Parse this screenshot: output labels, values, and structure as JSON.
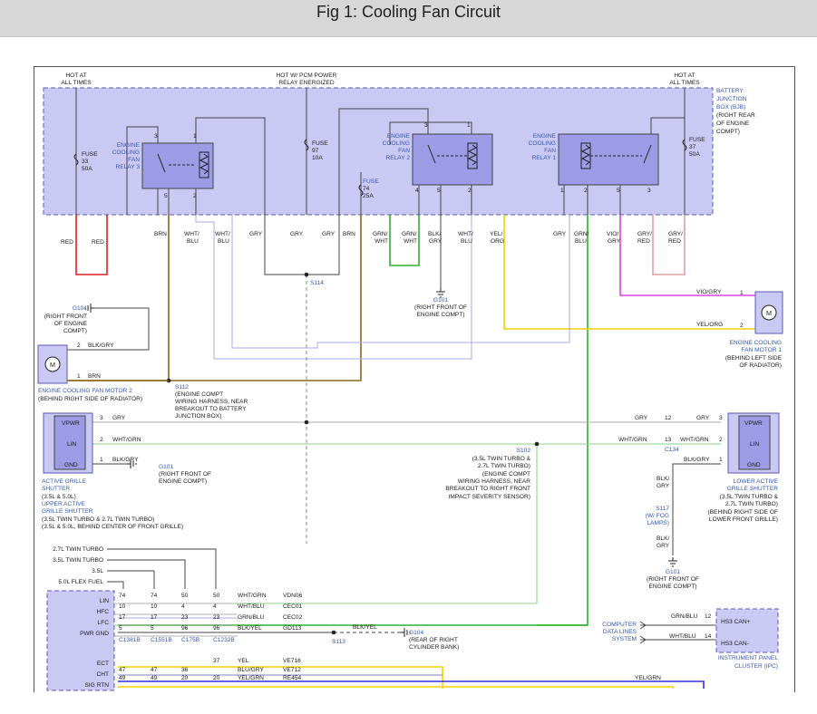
{
  "title": "Fig 1: Cooling Fan Circuit",
  "colors": {
    "box_fill": "#c9c9f4",
    "box_edge": "#5a5ab0",
    "red": "#e02020",
    "brown": "#8a6b1a",
    "green": "#2fb02f",
    "yellow": "#f2d000",
    "magenta": "#e040e0",
    "lavender": "#a8a8e8",
    "pale_green": "#8ad08a",
    "pink": "#e0a0a0",
    "blue": "#3030e0"
  },
  "top_labels": {
    "hot1a": "HOT AT",
    "hot1b": "ALL TIMES",
    "hot2a": "HOT W/ PCM POWER",
    "hot2b": "RELAY ENERGIZED",
    "hot3a": "HOT AT",
    "hot3b": "ALL TIMES"
  },
  "bjb": {
    "l1": "BATTERY",
    "l2": "JUNCTION",
    "l3": "BOX (BJB)",
    "l4": "(RIGHT REAR",
    "l5": "OF ENGINE",
    "l6": "COMPT)"
  },
  "fuses": {
    "f33a": "FUSE",
    "f33b": "33",
    "f33c": "50A",
    "f97a": "FUSE",
    "f97b": "97",
    "f97c": "10A",
    "f74a": "FUSE",
    "f74b": "74",
    "f74c": "25A",
    "f37a": "FUSE",
    "f37b": "37",
    "f37c": "50A"
  },
  "relay3": {
    "l1": "ENGINE",
    "l2": "COOLING",
    "l3": "FAN",
    "l4": "RELAY 3",
    "p3": "3",
    "p1": "1",
    "p5": "5",
    "p2": "2"
  },
  "relay2": {
    "l1": "ENGINE",
    "l2": "COOLING",
    "l3": "FAN",
    "l4": "RELAY 2",
    "p3": "3",
    "p1": "1",
    "p4": "4",
    "p5": "5",
    "p2": "2"
  },
  "relay1": {
    "l1": "ENGINE",
    "l2": "COOLING",
    "l3": "FAN",
    "l4": "RELAY 1",
    "p1": "1",
    "p2": "2",
    "p5": "5",
    "p3": "3"
  },
  "wires": {
    "red_a": "RED",
    "red_b": "RED",
    "brn1": "BRN",
    "whtblu_a1": "WHT/",
    "whtblu_a2": "BLU",
    "whtblu_b1": "WHT/",
    "whtblu_b2": "BLU",
    "gry1": "GRY",
    "gry2": "GRY",
    "gry3": "GRY",
    "brn2": "BRN",
    "grnwht1": "GRN/",
    "grnwht2": "WHT",
    "grnwht3": "GRN/",
    "grnwht4": "WHT",
    "blkgry1": "BLK/",
    "blkgry2": "GRY",
    "whtblu_c1": "WHT/",
    "whtblu_c2": "BLU",
    "yelorg1": "YEL/",
    "yelorg2": "ORG",
    "gry4": "GRY",
    "grnblu1": "GRN/",
    "grnblu2": "BLU",
    "viogry1": "VIO/",
    "viogry2": "GRY",
    "gryred1": "GRY/",
    "gryred2": "RED",
    "gryred3": "GRY/",
    "gryred4": "RED"
  },
  "splices": {
    "s114": "S114",
    "s112a": "S112",
    "s112b": "(ENGINE COMPT",
    "s112c": "WIRING HARNESS, NEAR",
    "s112d": "BREAKOUT TO BATTERY",
    "s112e": "JUNCTION BOX)",
    "s102a": "S102",
    "s102b": "(3.5L TWIN TURBO &",
    "s102c": "2.7L TWIN TURBO)",
    "s102d": "(ENGINE COMPT",
    "s102e": "WIRING HARNESS, NEAR",
    "s102f": "BREAKOUT TO RIGHT FRONT",
    "s102g": "IMPACT SEVERITY SENSOR)",
    "s117a": "S117",
    "s117b": "(W/ FOG",
    "s117c": "LAMPS)",
    "s113": "S113"
  },
  "grounds": {
    "g101a1": "G101",
    "g101a2": "(RIGHT FRONT OF",
    "g101a3": "ENGINE COMPT)",
    "g101b1": "G101",
    "g101b2": "(RIGHT FRONT",
    "g101b3": "OF ENGINE",
    "g101b4": "COMPT)",
    "g101c1": "G101",
    "g101c2": "(RIGHT FRONT OF",
    "g101c3": "ENGINE COMPT)",
    "g101d1": "G101",
    "g101d2": "(RIGHT FRONT OF",
    "g101d3": "ENGINE COMPT)",
    "g104a": "G104",
    "g104b": "(REAR OF RIGHT",
    "g104c": "CYLINDER BANK)"
  },
  "motor1": {
    "p1": "1",
    "p2": "2",
    "w1": "VIO/GRY",
    "w2": "YEL/ORG",
    "l1": "ENGINE COOLING",
    "l2": "FAN MOTOR 1",
    "l3": "(BEHIND LEFT SIDE",
    "l4": "OF RADIATOR)"
  },
  "motor2": {
    "w1": "BLK/GRY",
    "w2": "BRN",
    "p2": "2",
    "p1": "1",
    "l1": "ENGINE COOLING FAN MOTOR 2",
    "l2": "(BEHIND RIGHT SIDE OF RADIATOR)"
  },
  "m_glyph": "M",
  "upper_shutter": {
    "vpwr": "VPWR",
    "lin": "LIN",
    "gnd": "GND",
    "p3": "3",
    "p2": "2",
    "p1": "1",
    "w3": "GRY",
    "w2": "WHT/GRN",
    "w1": "BLK/GRY",
    "l1": "ACTIVE GRILLE",
    "l2": "SHUTTER",
    "l3": "(3.5L & 5.0L)",
    "l4": "UPPER ACTIVE",
    "l5": "GRILLE SHUTTER",
    "l6": "(3.5L TWIN TURBO & 2.7L TWIN TURBO)",
    "l7": "(3.5L & 5.0L, BEHIND CENTER OF FRONT GRILLE)"
  },
  "lower_shutter": {
    "vpwr": "VPWR",
    "lin": "LIN",
    "gnd": "GND",
    "p3": "3",
    "p2": "2",
    "p1": "1",
    "c12": "12",
    "c13": "13",
    "c134": "C134",
    "wg1": "GRY",
    "wg2": "GRY",
    "ww1": "WHT/GRN",
    "ww2": "WHT/GRN",
    "wb": "BLK/GRY",
    "wb2a": "BLK/",
    "wb2b": "GRY",
    "wb3a": "BLK/",
    "wb3b": "GRY",
    "l1": "LOWER ACTIVE",
    "l2": "GRILLE SHUTTER",
    "l3": "(3.5L TWIN TURBO &",
    "l4": "2.7L TWIN TURBO)",
    "l5": "(BEHIND RIGHT SIDE OF",
    "l6": "LOWER FRONT GRILLE)"
  },
  "pcm": {
    "eng": [
      "2.7L TWIN TURBO",
      "3.5L TWIN TURBO",
      "3.5L",
      "5.0L FLEX FUEL"
    ],
    "pins": [
      "LIN",
      "HFC",
      "LFC",
      "PWR GND"
    ],
    "rows": [
      [
        "74",
        "74",
        "50",
        "50",
        "WHT/GRN",
        "VDN06"
      ],
      [
        "10",
        "10",
        "4",
        "4",
        "WHT/BLU",
        "CEC01"
      ],
      [
        "17",
        "17",
        "23",
        "23",
        "GRN/BLU",
        "CEC02"
      ],
      [
        "5",
        "5",
        "96",
        "96",
        "BLK/YEL",
        "GD113"
      ]
    ],
    "conns": [
      "C1381B",
      "C1551B",
      "C175B",
      "C1232B"
    ],
    "gd_wire": "BLK/YEL",
    "ect": [
      "ECT",
      "CHT",
      "SIG RTN"
    ],
    "ect_rows": [
      [
        "",
        "",
        "",
        "37",
        "YEL",
        "VE716"
      ],
      [
        "47",
        "47",
        "36",
        "",
        "BLU/GRY",
        "VE712"
      ],
      [
        "49",
        "49",
        "20",
        "20",
        "YEL/GRN",
        "RE454"
      ]
    ],
    "yelgrn_right": "YEL/GRN"
  },
  "ipc": {
    "p12": "12",
    "p14": "14",
    "w12": "GRN/BLU",
    "w14": "WHT/BLU",
    "can_p": "HS3 CAN+",
    "can_m": "HS3 CAN-",
    "l1": "INSTRUMENT PANEL",
    "l2": "CLUSTER (IPC)",
    "sys1": "COMPUTER",
    "sys2": "DATA LINES",
    "sys3": "SYSTEM"
  }
}
